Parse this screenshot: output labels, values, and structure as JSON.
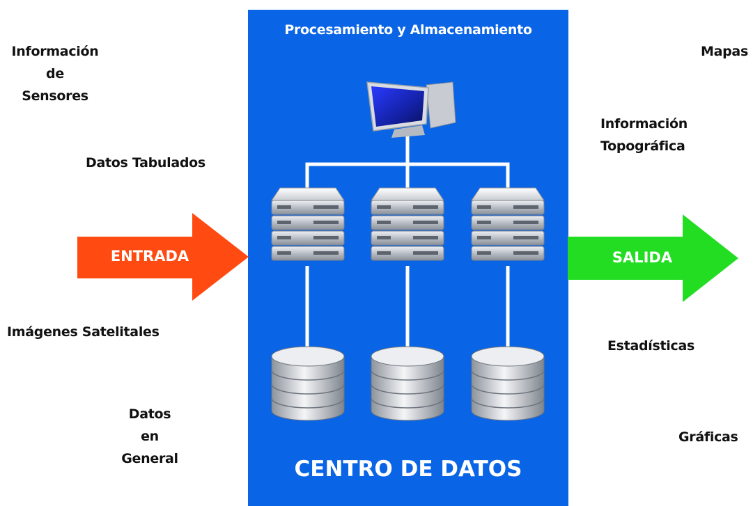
{
  "panel": {
    "title": "Procesamiento y Almacenamiento",
    "footer": "CENTRO DE DATOS",
    "color": "#0a64e6"
  },
  "inputs": [
    "Información\nde\nSensores",
    "Datos Tabulados",
    "Imágenes Satelitales",
    "Datos\nen\nGeneral"
  ],
  "outputs": [
    "Mapas",
    "Información\nTopográfica",
    "Estadísticas",
    "Gráficas"
  ],
  "arrows": {
    "input_label": "ENTRADA",
    "input_color": "#ff4a12",
    "output_label": "SALIDA",
    "output_color": "#22dd22"
  },
  "icons": {
    "computer": "desktop-computer-icon",
    "server": "rack-server-icon",
    "database": "database-icon"
  }
}
